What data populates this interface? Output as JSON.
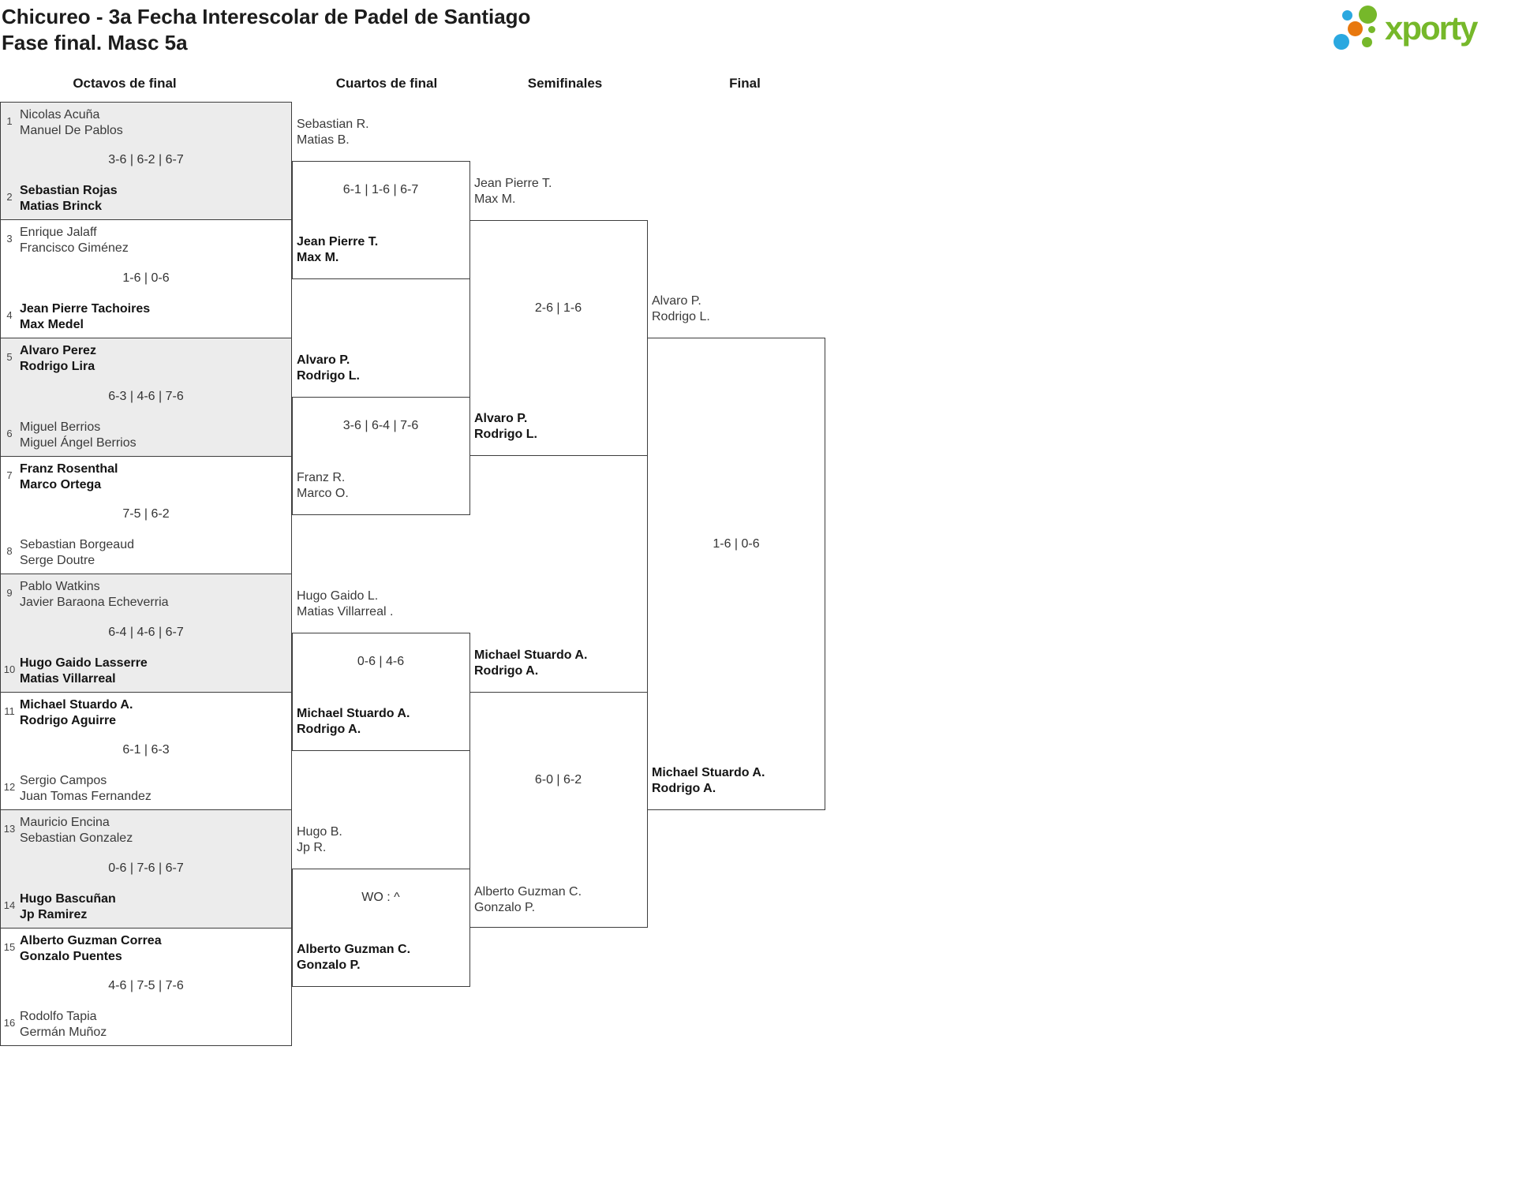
{
  "header": {
    "title": "Chicureo - 3a Fecha Interescolar de Padel de Santiago",
    "subtitle": "Fase final. Masc 5a"
  },
  "logo": {
    "brand": "xporty",
    "colors": {
      "green": "#76b82a",
      "blue": "#2aa8e0",
      "orange": "#e8780e"
    }
  },
  "round_headers": [
    "Octavos de final",
    "Cuartos de final",
    "Semifinales",
    "Final"
  ],
  "bracket": {
    "r16": [
      {
        "seed1": "1",
        "team1": "Nicolas Acuña\nManuel De Pablos",
        "bold1": false,
        "score": "3-6 | 6-2 | 6-7",
        "seed2": "2",
        "team2": "Sebastian Rojas\nMatias Brinck",
        "bold2": true
      },
      {
        "seed1": "3",
        "team1": "Enrique Jalaff\nFrancisco Giménez",
        "bold1": false,
        "score": "1-6 | 0-6",
        "seed2": "4",
        "team2": "Jean Pierre Tachoires\nMax Medel",
        "bold2": true
      },
      {
        "seed1": "5",
        "team1": "Alvaro Perez\nRodrigo Lira",
        "bold1": true,
        "score": "6-3 | 4-6 | 7-6",
        "seed2": "6",
        "team2": "Miguel Berrios\nMiguel Ángel Berrios",
        "bold2": false
      },
      {
        "seed1": "7",
        "team1": "Franz Rosenthal\nMarco Ortega",
        "bold1": true,
        "score": "7-5 | 6-2",
        "seed2": "8",
        "team2": "Sebastian Borgeaud\nSerge Doutre",
        "bold2": false
      },
      {
        "seed1": "9",
        "team1": "Pablo Watkins\nJavier Baraona Echeverria",
        "bold1": false,
        "score": "6-4 | 4-6 | 6-7",
        "seed2": "10",
        "team2": "Hugo Gaido Lasserre\nMatias Villarreal",
        "bold2": true
      },
      {
        "seed1": "11",
        "team1": "Michael Stuardo A.\nRodrigo Aguirre",
        "bold1": true,
        "score": "6-1 | 6-3",
        "seed2": "12",
        "team2": "Sergio Campos\nJuan Tomas Fernandez",
        "bold2": false
      },
      {
        "seed1": "13",
        "team1": "Mauricio Encina\nSebastian Gonzalez",
        "bold1": false,
        "score": "0-6 | 7-6 | 6-7",
        "seed2": "14",
        "team2": "Hugo Bascuñan\nJp Ramirez",
        "bold2": true
      },
      {
        "seed1": "15",
        "team1": "Alberto Guzman Correa\nGonzalo Puentes",
        "bold1": true,
        "score": "4-6 | 7-5 | 7-6",
        "seed2": "16",
        "team2": "Rodolfo Tapia\nGermán Muñoz",
        "bold2": false
      }
    ],
    "qf": [
      {
        "team1": "Sebastian R.\nMatias B.",
        "bold1": false,
        "score": "6-1 | 1-6 | 6-7",
        "team2": "Jean Pierre T.\nMax M.",
        "bold2": true
      },
      {
        "team1": "Alvaro P.\nRodrigo L.",
        "bold1": true,
        "score": "3-6 | 6-4 | 7-6",
        "team2": "Franz R.\nMarco O.",
        "bold2": false
      },
      {
        "team1": "Hugo Gaido L.\nMatias Villarreal .",
        "bold1": false,
        "score": "0-6 | 4-6",
        "team2": "Michael Stuardo A.\nRodrigo A.",
        "bold2": true
      },
      {
        "team1": "Hugo B.\nJp R.",
        "bold1": false,
        "score": "WO : ^",
        "team2": "Alberto Guzman C.\nGonzalo P.",
        "bold2": true
      }
    ],
    "sf": [
      {
        "team1": "Jean Pierre T.\nMax M.",
        "bold1": false,
        "score": "2-6 | 1-6",
        "team2": "Alvaro P.\nRodrigo L.",
        "bold2": true
      },
      {
        "team1": "Michael Stuardo A.\nRodrigo A.",
        "bold1": true,
        "score": "6-0 | 6-2",
        "team2": "Alberto Guzman C.\nGonzalo P.",
        "bold2": false
      }
    ],
    "final": {
      "team1": "Alvaro P.\nRodrigo L.",
      "bold1": false,
      "score": "1-6 | 0-6",
      "team2": "Michael Stuardo A.\nRodrigo A.",
      "bold2": true
    }
  }
}
